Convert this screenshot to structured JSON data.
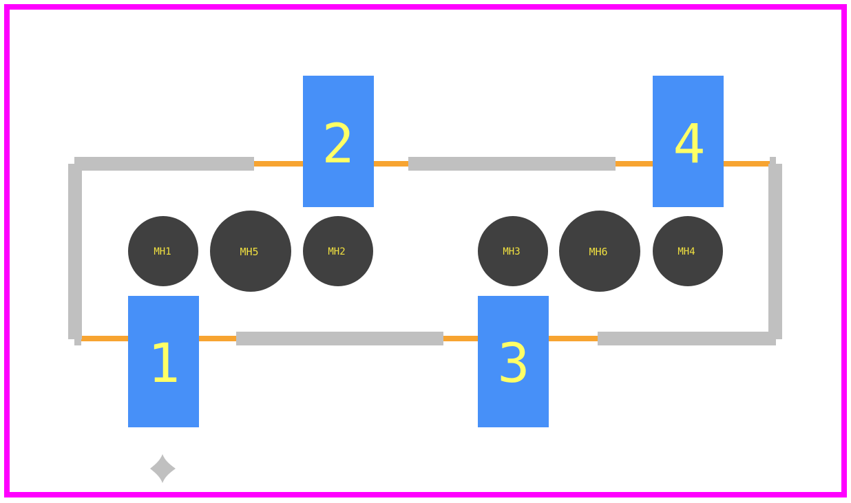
{
  "colors": {
    "board_outline": "#ff00ff",
    "pad": "#4790f8",
    "pad_label": "#ffff66",
    "hole": "#404040",
    "hole_label": "#f0e040",
    "silkscreen": "#c0c0c0",
    "copper_track": "#f7a431",
    "background": "#ffffff"
  },
  "pads": [
    {
      "id": "1",
      "label": "1"
    },
    {
      "id": "2",
      "label": "2"
    },
    {
      "id": "3",
      "label": "3"
    },
    {
      "id": "4",
      "label": "4"
    }
  ],
  "mounting_holes": [
    {
      "id": "MH1",
      "label": "MH1"
    },
    {
      "id": "MH5",
      "label": "MH5"
    },
    {
      "id": "MH2",
      "label": "MH2"
    },
    {
      "id": "MH3",
      "label": "MH3"
    },
    {
      "id": "MH6",
      "label": "MH6"
    },
    {
      "id": "MH4",
      "label": "MH4"
    }
  ],
  "origin_marker": {
    "icon": "origin-cross-icon"
  }
}
